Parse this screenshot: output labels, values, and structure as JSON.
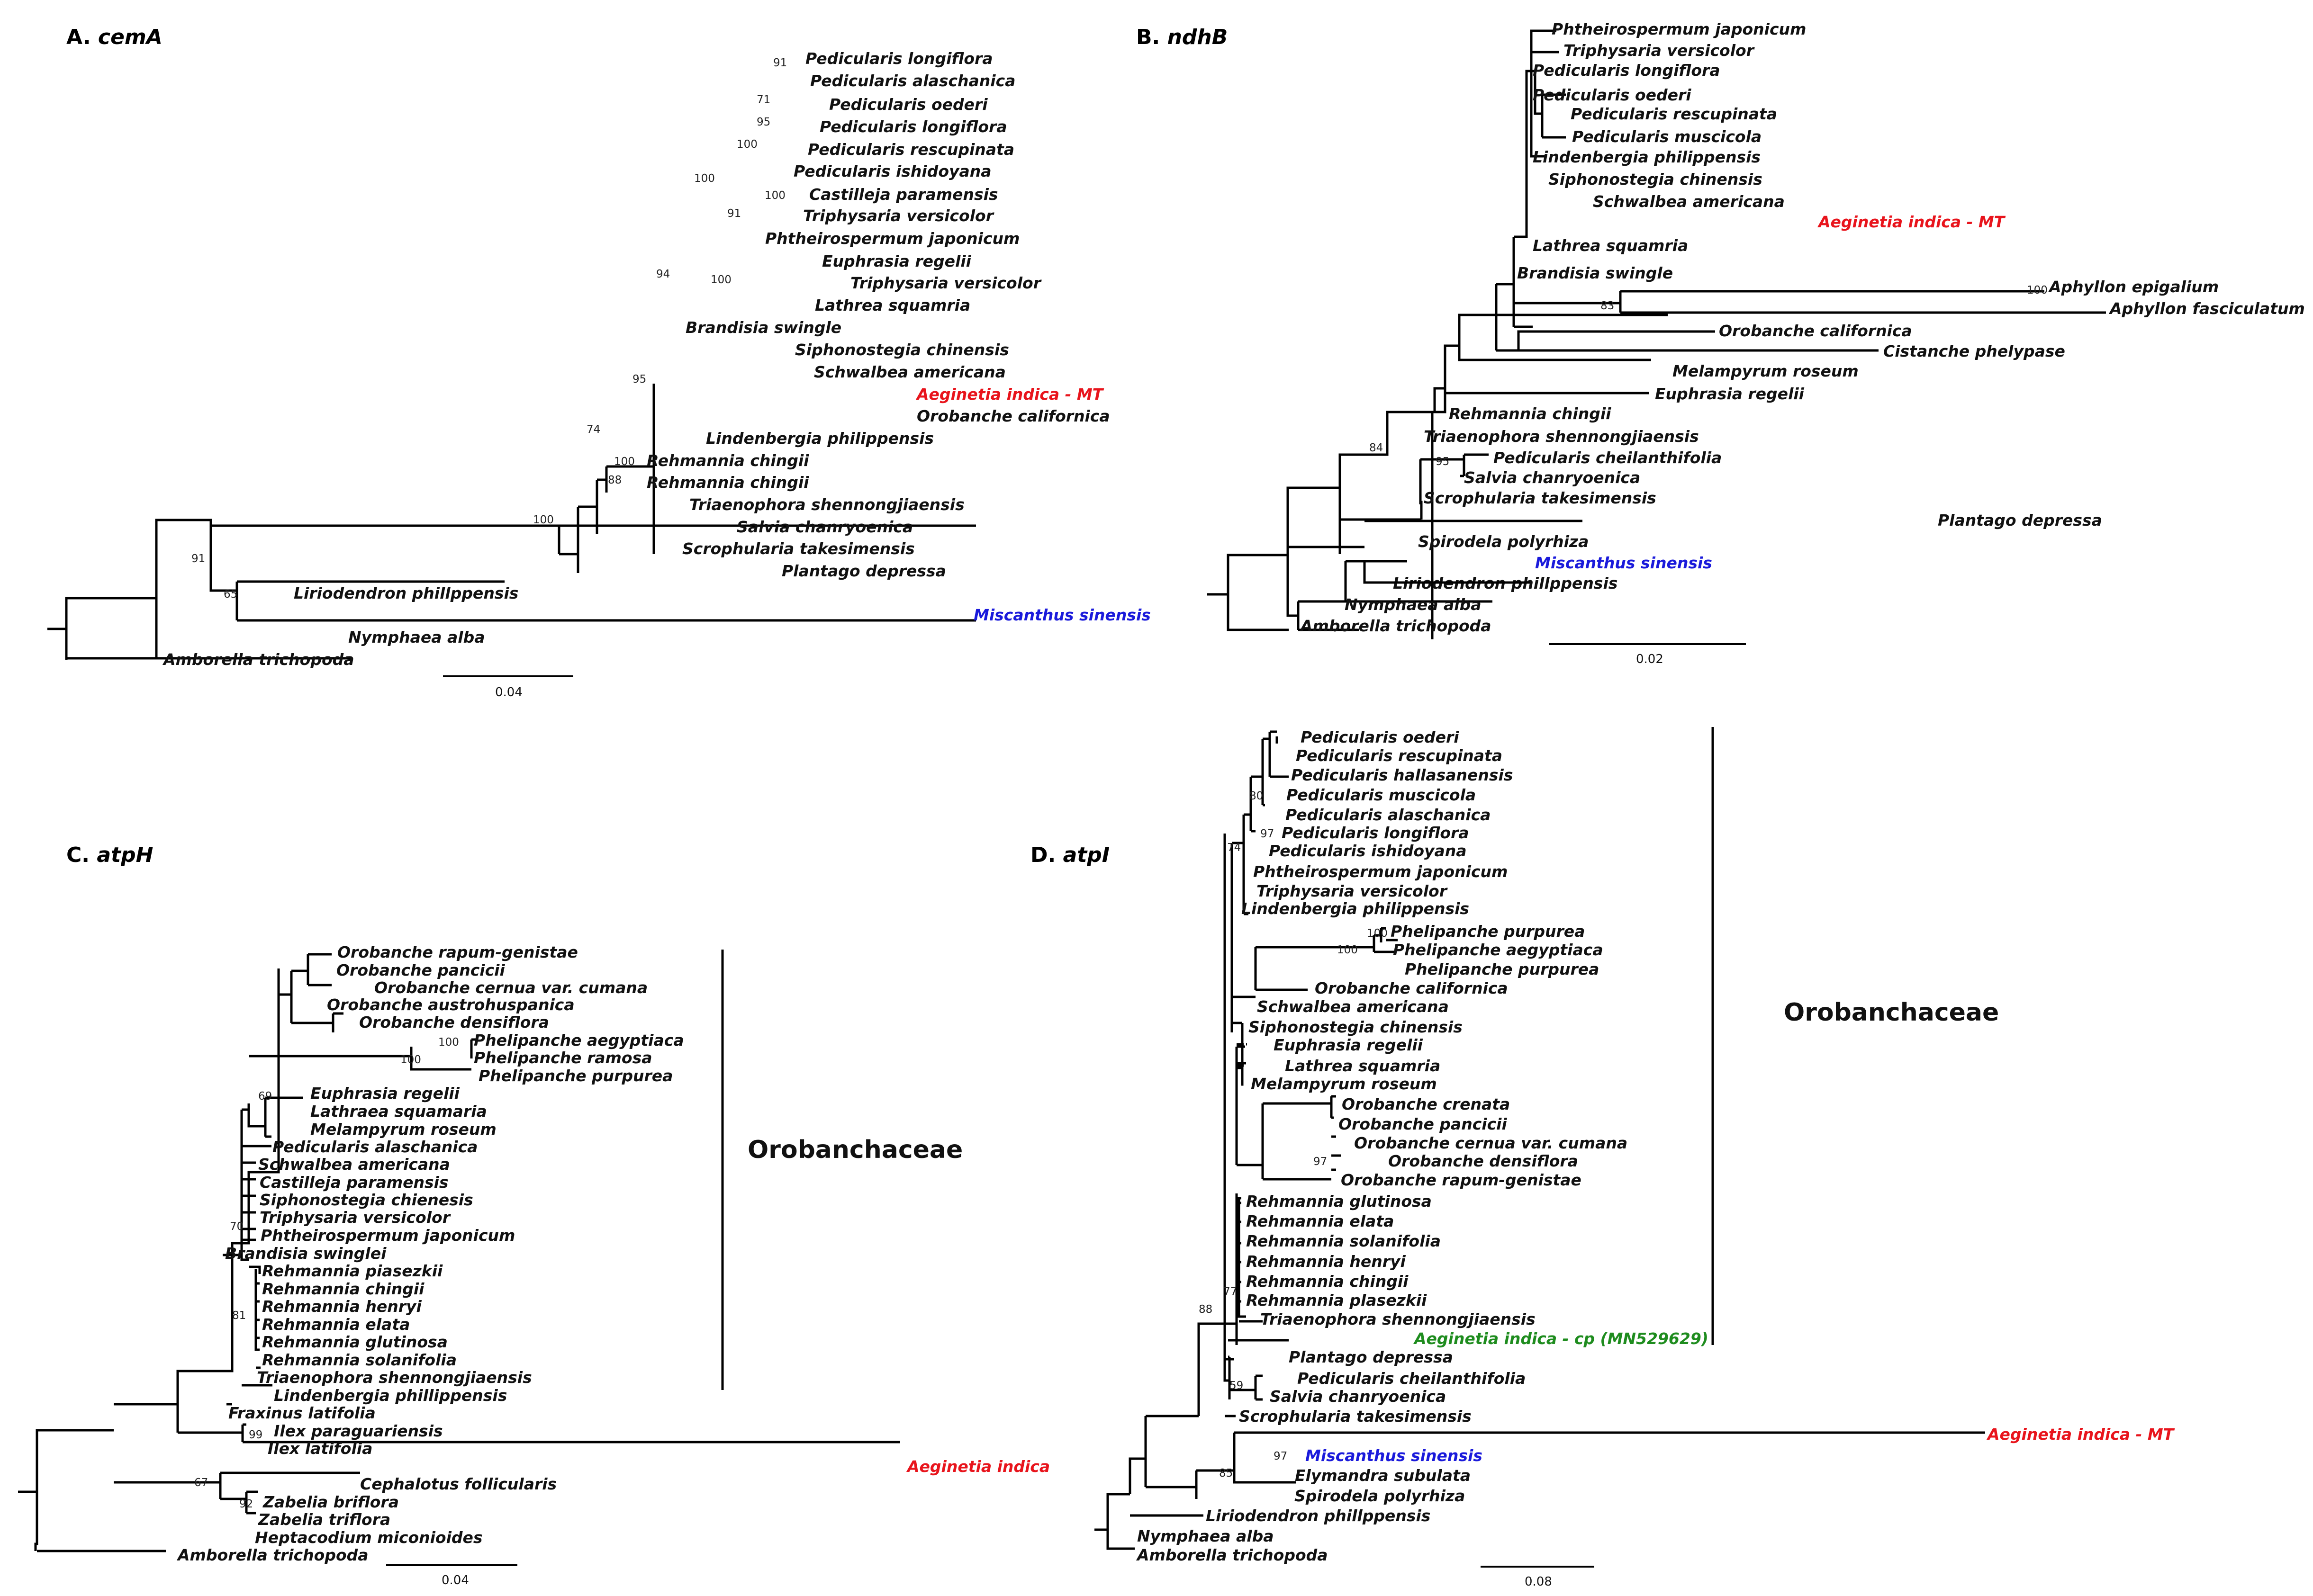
{
  "panels": [
    {
      "letter": "A.",
      "gene": "cemA",
      "scale_label": "0.04",
      "tips": [
        "Pedicularis longiflora",
        "Pedicularis alaschanica",
        "Pedicularis oederi",
        "Pedicularis longiflora",
        "Pedicularis rescupinata",
        "Pedicularis ishidoyana",
        "Castilleja paramensis",
        "Triphysaria versicolor",
        "Phtheirospermum japonicum",
        "Euphrasia regelii",
        "Triphysaria versicolor",
        "Lathrea squamria",
        "Brandisia swingle",
        "Siphonostegia chinensis",
        "Schwalbea americana",
        "Aeginetia indica - MT",
        "Orobanche californica",
        "Lindenbergia philippensis",
        "Rehmannia chingii",
        "Rehmannia chingii",
        "Triaenophora shennongjiaensis",
        "Salvia chanryoenica",
        "Scrophularia takesimensis",
        "Plantago depressa",
        "Liriodendron phillppensis",
        "Miscanthus sinensis",
        "Nymphaea alba",
        "Amborella trichopoda"
      ],
      "supports": [
        "91",
        "71",
        "95",
        "100",
        "100",
        "91",
        "100",
        "94",
        "100",
        "95",
        "74",
        "100",
        "88",
        "100",
        "91",
        "65"
      ]
    },
    {
      "letter": "B.",
      "gene": "ndhB",
      "scale_label": "0.02",
      "tips": [
        "Phtheirospermum japonicum",
        "Triphysaria versicolor",
        "Pedicularis longiflora",
        "Pedicularis oederi",
        "Pedicularis rescupinata",
        "Pedicularis muscicola",
        "Lindenbergia philippensis",
        "Siphonostegia chinensis",
        "Schwalbea americana",
        "Aeginetia indica - MT",
        "Lathrea squamria",
        "Brandisia swingle",
        "Aphyllon epigalium",
        "Aphyllon fasciculatum",
        "Orobanche californica",
        "Cistanche phelypase",
        "Melampyrum roseum",
        "Euphrasia regelii",
        "Rehmannia chingii",
        "Triaenophora shennongjiaensis",
        "Pedicularis cheilanthifolia",
        "Salvia chanryoenica",
        "Scrophularia takesimensis",
        "Plantago depressa",
        "Spirodela polyrhiza",
        "Miscanthus sinensis",
        "Liriodendron phillppensis",
        "Nymphaea alba",
        "Amborella trichopoda"
      ],
      "supports": [
        "100",
        "83",
        "84",
        "95"
      ]
    },
    {
      "letter": "C.",
      "gene": "atpH",
      "scale_label": "0.04",
      "family": "Orobanchaceae",
      "tips": [
        "Orobanche rapum-genistae",
        "Orobanche pancicii",
        "Orobanche cernua var. cumana",
        "Orobanche austrohuspanica",
        "Orobanche densiflora",
        "Phelipanche aegyptiaca",
        "Phelipanche ramosa",
        "Phelipanche purpurea",
        "Euphrasia regelii",
        "Lathraea squamaria",
        "Melampyrum roseum",
        "Pedicularis alaschanica",
        "Schwalbea americana",
        "Castilleja paramensis",
        "Siphonostegia chienesis",
        "Triphysaria versicolor",
        "Phtheirospermum japonicum",
        "Brandisia swinglei",
        "Rehmannia piasezkii",
        "Rehmannia chingii",
        "Rehmannia henryi",
        "Rehmannia elata",
        "Rehmannia glutinosa",
        "Rehmannia solanifolia",
        "Triaenophora shennongjiaensis",
        "Lindenbergia phillippensis",
        "Fraxinus latifolia",
        "Ilex paraguariensis",
        "Ilex latifolia",
        "Aeginetia indica",
        "Cephalotus follicularis",
        "Zabelia briflora",
        "Zabelia triflora",
        "Heptacodium miconioides",
        "Amborella trichopoda"
      ],
      "supports": [
        "100",
        "100",
        "69",
        "70",
        "81",
        "99",
        "67",
        "92"
      ]
    },
    {
      "letter": "D.",
      "gene": "atpI",
      "scale_label": "0.08",
      "family": "Orobanchaceae",
      "tips": [
        "Pedicularis oederi",
        "Pedicularis rescupinata",
        "Pedicularis hallasanensis",
        "Pedicularis muscicola",
        "Pedicularis alaschanica",
        "Pedicularis longiflora",
        "Pedicularis ishidoyana",
        "Phtheirospermum japonicum",
        "Triphysaria versicolor",
        "Lindenbergia philippensis",
        "Phelipanche purpurea",
        "Phelipanche aegyptiaca",
        "Phelipanche purpurea",
        "Orobanche californica",
        "Schwalbea americana",
        "Siphonostegia chinensis",
        "Euphrasia regelii",
        "Lathrea squamria",
        "Melampyrum roseum",
        "Orobanche crenata",
        "Orobanche pancicii",
        "Orobanche cernua var. cumana",
        "Orobanche densiflora",
        "Orobanche rapum-genistae",
        "Rehmannia glutinosa",
        "Rehmannia elata",
        "Rehmannia solanifolia",
        "Rehmannia henryi",
        "Rehmannia chingii",
        "Rehmannia plasezkii",
        "Triaenophora shennongjiaensis",
        "Aeginetia indica - cp (MN529629)",
        "Plantago depressa",
        "Pedicularis cheilanthifolia",
        "Salvia chanryoenica",
        "Scrophularia takesimensis",
        "Miscanthus sinensis",
        "Elymandra subulata",
        "Spirodela polyrhiza",
        "Aeginetia indica - MT",
        "Liriodendron phillppensis",
        "Nymphaea alba",
        "Amborella trichopoda"
      ],
      "supports": [
        "80",
        "97",
        "74",
        "100",
        "100",
        "97",
        "77",
        "88",
        "59",
        "97",
        "85"
      ]
    }
  ],
  "colors": {
    "mitochondrial_aeginetia": "#e8141c",
    "miscanthus": "#1a1adb",
    "chloroplast_aeginetia": "#1e8c1e",
    "default": "#111111"
  }
}
